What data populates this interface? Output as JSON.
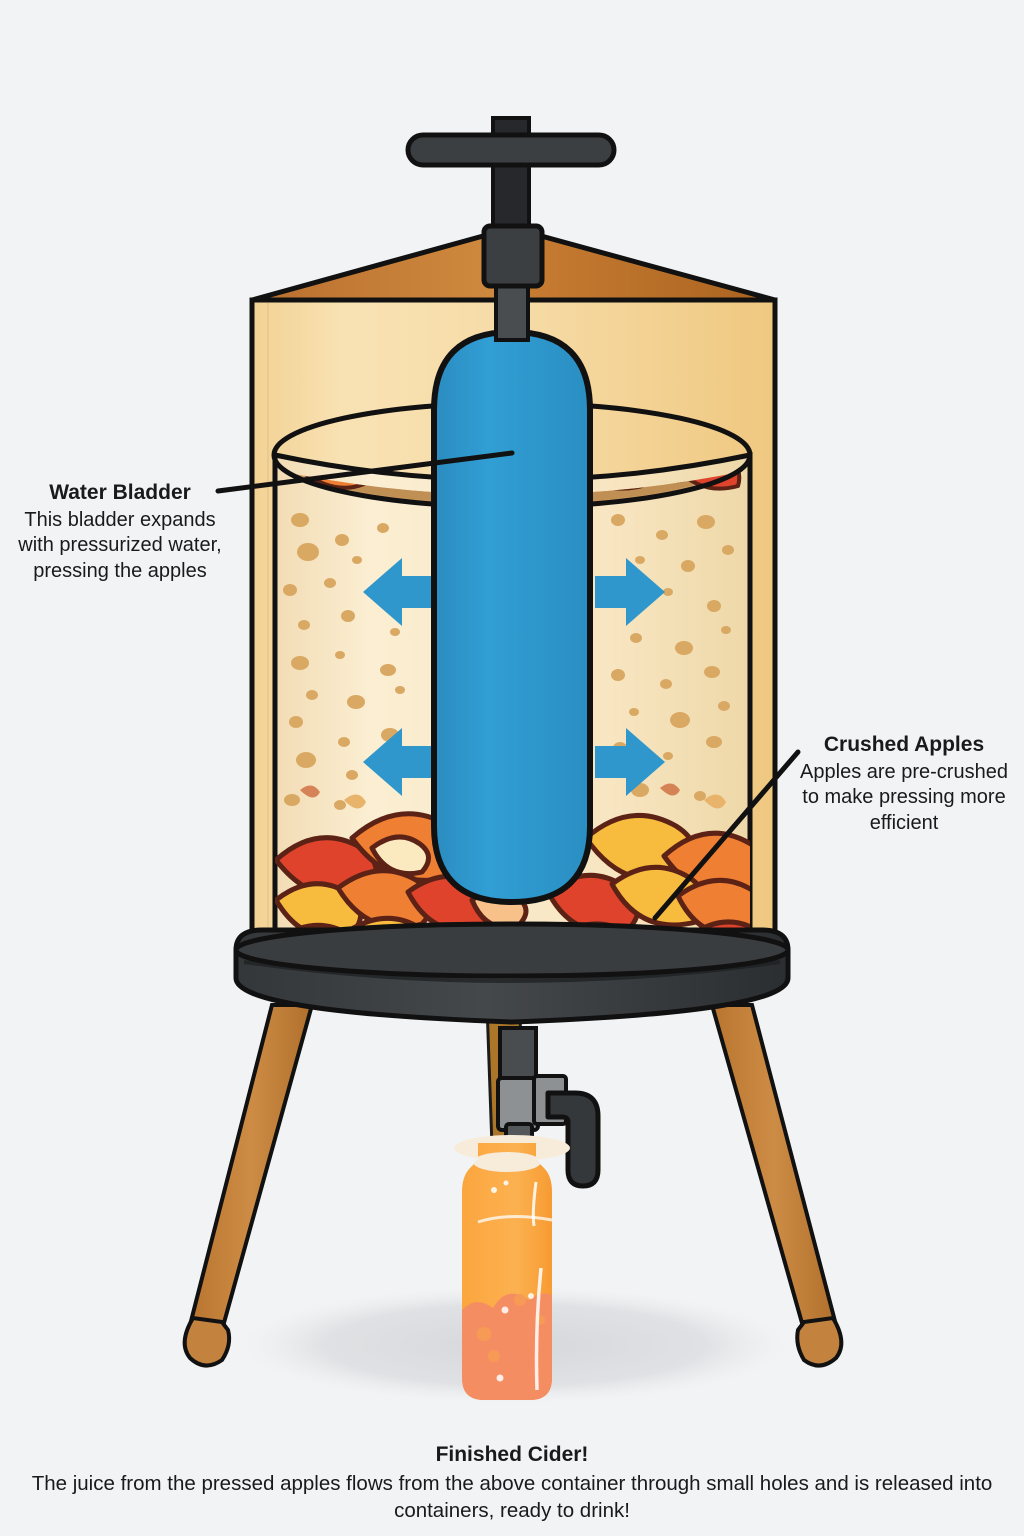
{
  "figure": {
    "title": "Bladder press cider making diagram",
    "background_color": "#f2f3f5"
  },
  "annotations": {
    "left": {
      "title": "Water Bladder",
      "body": "This bladder expands with pressurized water, pressing the apples",
      "leader_from": [
        218,
        491
      ],
      "leader_to": [
        512,
        453
      ]
    },
    "right": {
      "title": "Crushed Apples",
      "body": "Apples are pre-crushed to make pressing more efficient",
      "leader_from": [
        798,
        752
      ],
      "leader_to": [
        655,
        918
      ]
    }
  },
  "caption": {
    "title": "Finished Cider!",
    "body": "The juice from the pressed apples flows from the above container through small holes and is released into containers, ready to drink!"
  },
  "parts": {
    "handle_bar": "press-handle-bar",
    "screw_shaft": "press-screw-shaft",
    "screw_block": "press-screw-block",
    "frame_top": "press-frame-top",
    "frame_body": "press-frame-body",
    "bladder": "water-bladder",
    "cylinder": "press-cylinder",
    "apples": "crushed-apples-pile",
    "base_ring": "press-base-ring",
    "legs": "press-legs",
    "spigot": "press-spigot",
    "bottle": "cider-bottle",
    "shadow": "floor-shadow",
    "arrows": "pressure-arrows"
  },
  "colors": {
    "background": "#f2f3f5",
    "bladder_blue": "#2f97cc",
    "bladder_blue_dark": "#2585b8",
    "frame_cream": "#f5d79a",
    "frame_cream_light": "#f7dfaf",
    "frame_top_brown": "#c9762f",
    "frame_top_brown_dark": "#b06626",
    "cylinder_fill": "#f7e3bb",
    "pulp_dot": "#d9a863",
    "apple_red": "#e0432c",
    "apple_orange": "#ef7f32",
    "apple_yellow": "#f7bc3d",
    "apple_outline": "#5c2216",
    "metal_dark": "#2e3033",
    "metal_mid": "#4a4d50",
    "metal_light": "#9a9da0",
    "wood_leg": "#c4813f",
    "wood_leg_dark": "#a96c30",
    "cider_orange": "#fba740",
    "cider_sediment": "#f58d62",
    "foam": "#f7ecda",
    "outline": "#111111",
    "shadow": "#dcdee0",
    "text": "#1a1a1a"
  },
  "arrow_rows": [
    620,
    785
  ],
  "zoom_level": "100%"
}
